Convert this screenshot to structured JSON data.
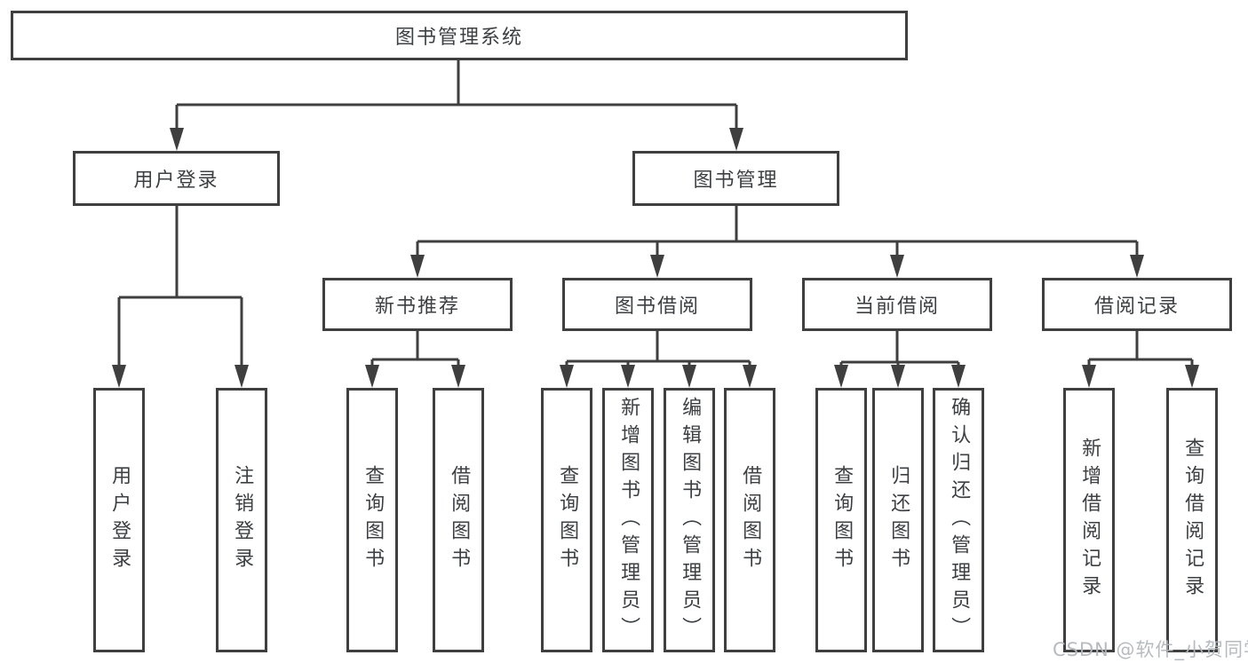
{
  "diagram_type": "hierarchy-tree",
  "colors": {
    "line": "#3f3f3f",
    "box_border": "#3f3f3f",
    "text": "#3c4043",
    "background": "#ffffff",
    "watermark": "#b2b7bd"
  },
  "watermark": {
    "text": "CSDN @软件_小贺同学"
  },
  "tree": {
    "root": {
      "label": "图书管理系统",
      "children": {
        "user_login": {
          "label": "用户登录",
          "children": {
            "login": {
              "label": "用户登录"
            },
            "logout": {
              "label": "注销登录"
            }
          }
        },
        "book_mgmt": {
          "label": "图书管理",
          "children": {
            "new_book_rec": {
              "label": "新书推荐",
              "children": {
                "query_books": {
                  "label": "查询图书"
                },
                "borrow_books": {
                  "label": "借阅图书"
                }
              }
            },
            "book_borrow": {
              "label": "图书借阅",
              "children": {
                "query_books": {
                  "label": "查询图书"
                },
                "add_books": {
                  "label": "新增图书（管理员）"
                },
                "edit_books": {
                  "label": "编辑图书（管理员）"
                },
                "borrow_books": {
                  "label": "借阅图书"
                }
              }
            },
            "current_borrow": {
              "label": "当前借阅",
              "children": {
                "query_books": {
                  "label": "查询图书"
                },
                "return_books": {
                  "label": "归还图书"
                },
                "confirm_return": {
                  "label": "确认归还（管理员）"
                }
              }
            },
            "borrow_records": {
              "label": "借阅记录",
              "children": {
                "add_record": {
                  "label": "新增借阅记录"
                },
                "query_record": {
                  "label": "查询借阅记录"
                }
              }
            }
          }
        }
      }
    }
  }
}
